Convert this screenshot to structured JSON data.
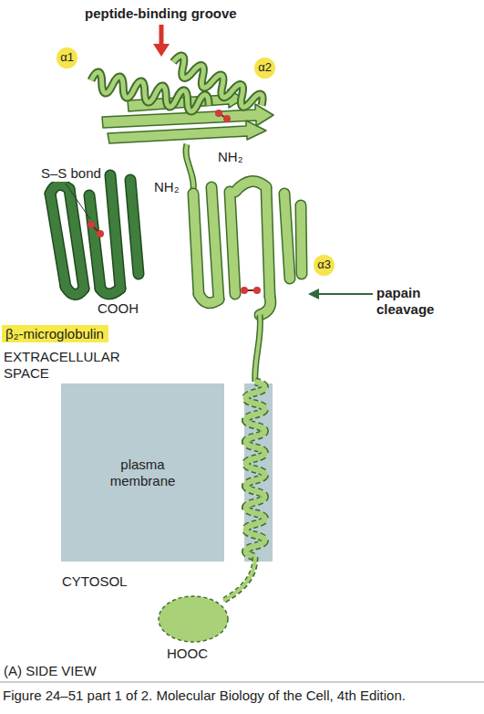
{
  "diagram": {
    "caption": "Figure 24–51 part 1 of 2. Molecular Biology of the Cell, 4th Edition.",
    "nodes": [
      {
        "text": [
          "α1"
        ]
      },
      {
        "text": [
          "α2"
        ]
      },
      {
        "text": [
          "α3"
        ]
      },
      {
        "text": [
          "β₂-microglobulin"
        ]
      },
      {
        "text": [
          "plasma membrane"
        ]
      }
    ],
    "labels": [
      "peptide-binding groove",
      "NH₂",
      "S–S bond",
      "NH₂",
      "COOH",
      "papain cleavage",
      "EXTRACELLULAR SPACE",
      "CYTOSOL",
      "HOOC",
      "(A) SIDE VIEW"
    ]
  }
}
